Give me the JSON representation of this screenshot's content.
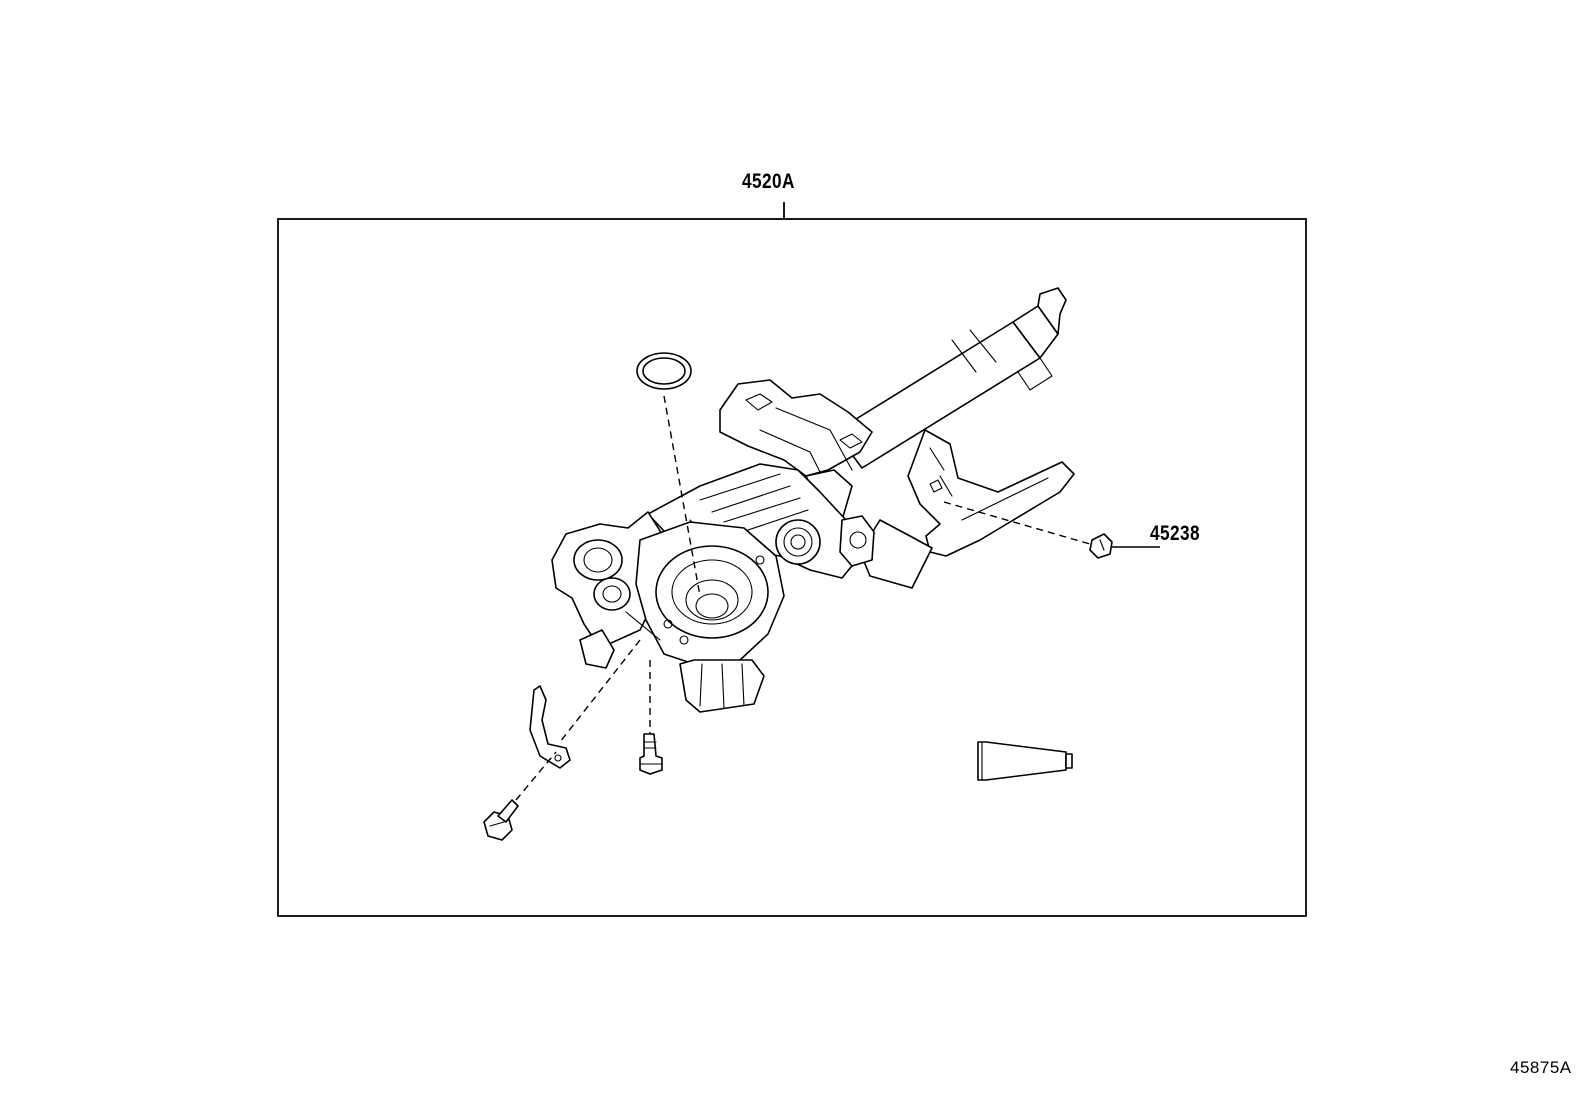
{
  "callouts": {
    "assembly": "4520A",
    "screw": "45238"
  },
  "figure_id": "45875A"
}
